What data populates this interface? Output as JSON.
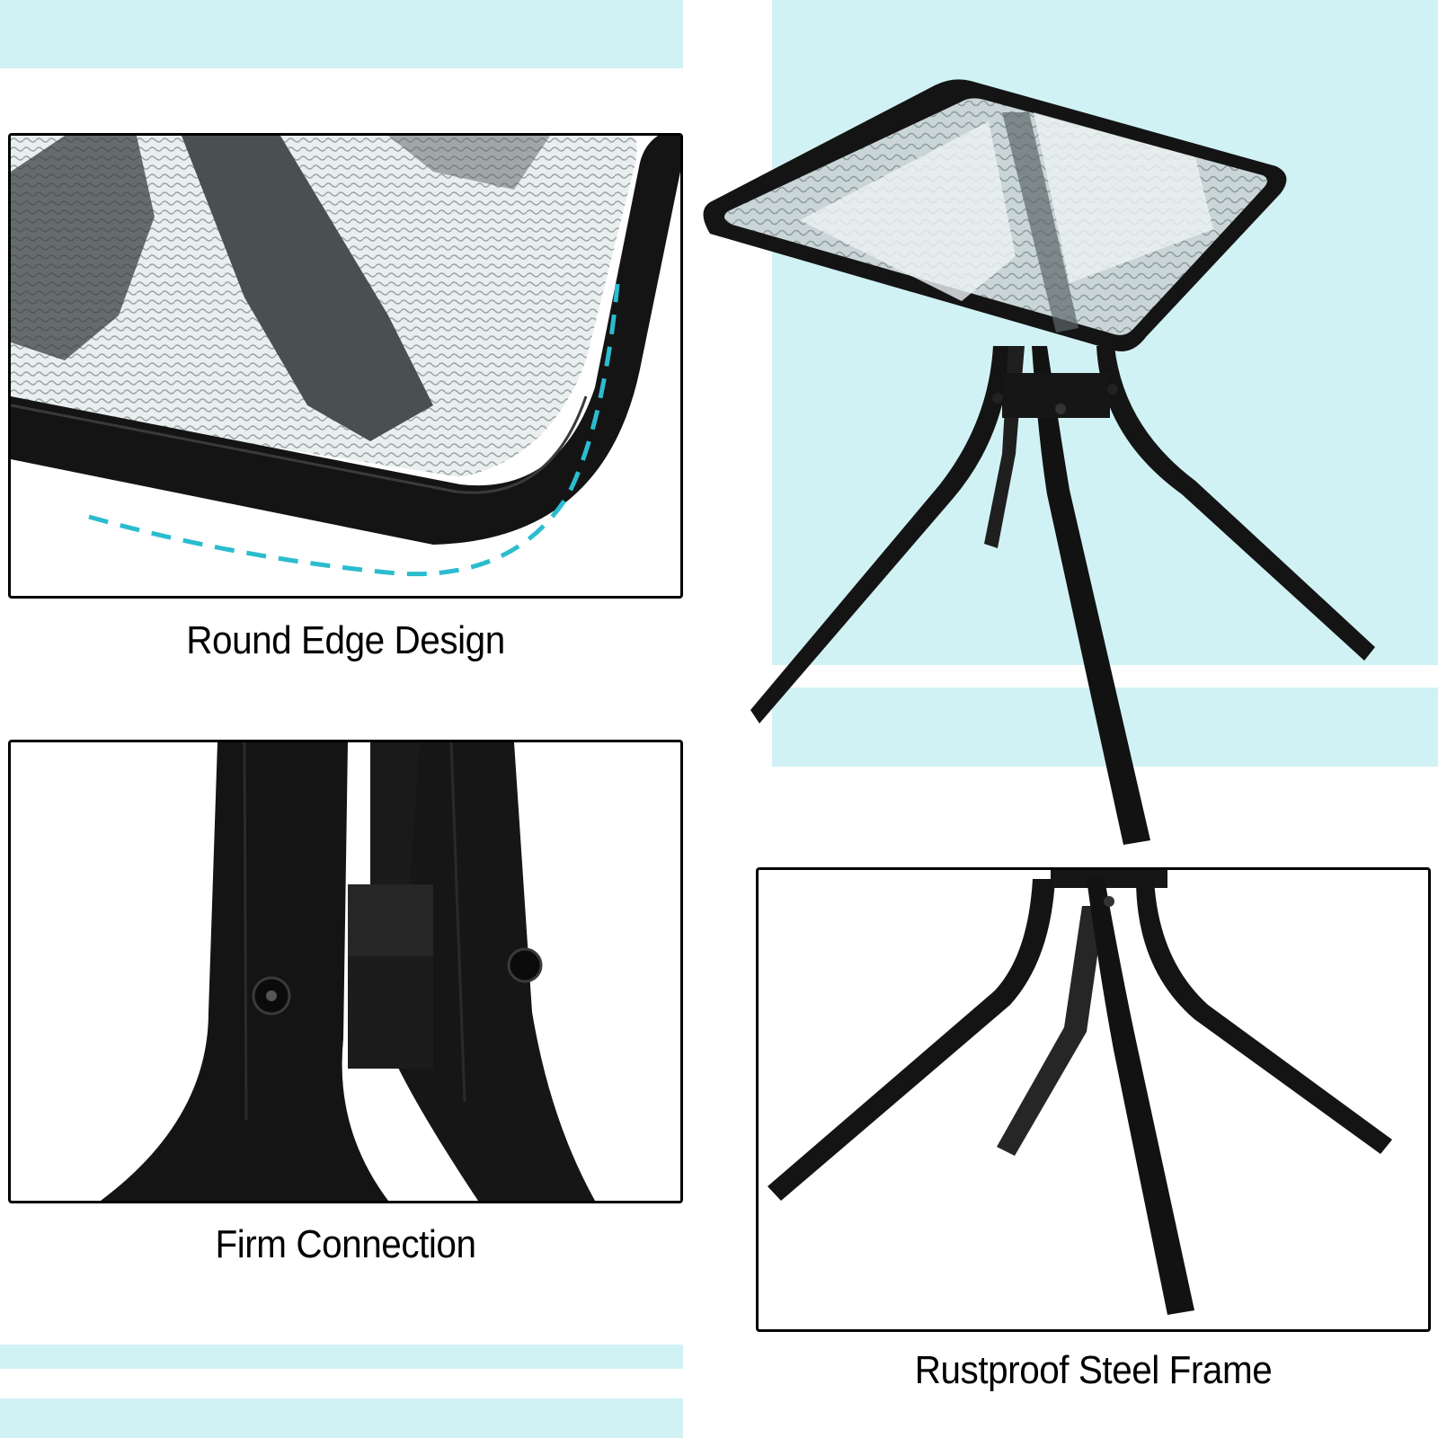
{
  "colors": {
    "accent_band": "#d0f2f5",
    "dash_accent": "#2bbccf",
    "frame_black": "#111111",
    "box_border": "#000000"
  },
  "panels": [
    {
      "id": "round-edge",
      "caption": "Round Edge Design",
      "content": "close-up of table top corner with rounded black frame and textured glass; cyan dashed curve highlighting the rounded edge"
    },
    {
      "id": "firm-connection",
      "caption": "Firm Connection",
      "content": "close-up of black steel legs joined by a center bracket with hex screws"
    },
    {
      "id": "rustproof-frame",
      "caption": "Rustproof Steel Frame",
      "content": "four splayed black steel legs below the table top"
    }
  ],
  "hero": {
    "content": "square side table with black frame, textured glass top, and four splayed legs on light cyan background"
  }
}
